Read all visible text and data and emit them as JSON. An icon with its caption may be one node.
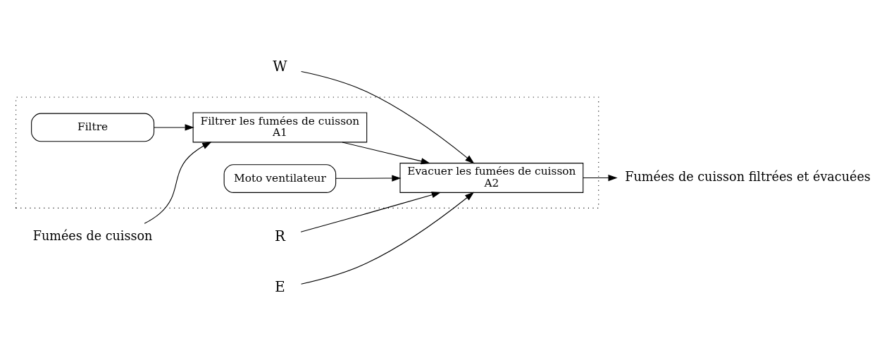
{
  "diagram": {
    "nodes": [
      {
        "text": [],
        "shape": "box"
      },
      {
        "text": [
          "Fumées de cuisson"
        ]
      },
      {
        "text": [
          "Filtrer les fumées de cuisson",
          "A1"
        ],
        "in": 0
      },
      {
        "text": [
          "Filtre"
        ],
        "in": 0
      },
      {
        "text": [
          "W"
        ]
      },
      {
        "text": [
          "R"
        ]
      },
      {
        "text": [
          "E"
        ]
      },
      {
        "text": [
          "Evacuer les fumées de cuisson",
          "A2"
        ],
        "in": 0
      },
      {
        "text": [
          "Moto ventilateur"
        ],
        "in": 0
      },
      {
        "text": [
          "Fumées de cuisson filtrées et évacuées"
        ]
      }
    ],
    "edges": [
      {
        "from": 1,
        "to": 2,
        "arrow": "to"
      },
      {
        "from": 3,
        "to": 2,
        "arrow": "to"
      },
      {
        "from": 2,
        "to": 7,
        "arrow": "to"
      },
      {
        "from": 4,
        "to": 7,
        "arrow": "to"
      },
      {
        "from": 5,
        "to": 7,
        "arrow": "to"
      },
      {
        "from": 6,
        "to": 7,
        "arrow": "to"
      },
      {
        "from": 8,
        "to": 7,
        "arrow": "to"
      },
      {
        "from": 7,
        "to": 9,
        "arrow": "to"
      }
    ]
  }
}
